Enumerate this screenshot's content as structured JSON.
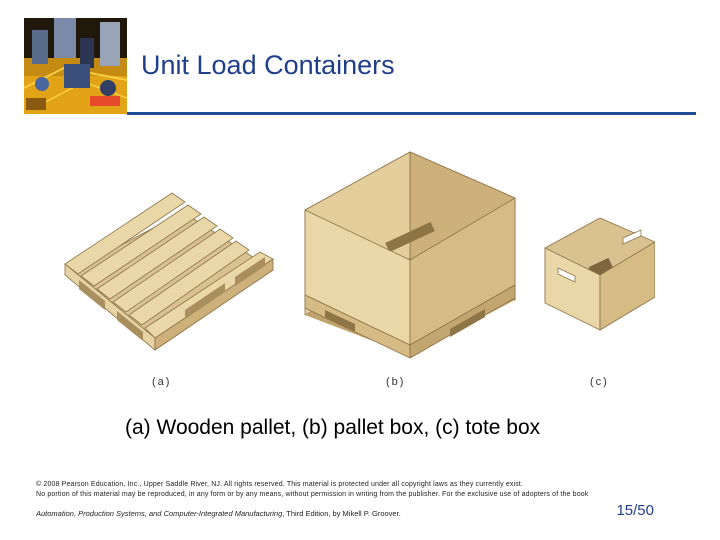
{
  "slide": {
    "title": "Unit Load Containers",
    "caption": "(a) Wooden pallet, (b) pallet box, (c) tote box",
    "figure_labels": [
      "(a)",
      "(b)",
      "(c)"
    ],
    "copyright_line1": "© 2008 Pearson Education, Inc., Upper Saddle River, NJ. All rights reserved. This material is protected under all copyright laws as they currently exist.",
    "copyright_line2": "No portion of this material may be reproduced, in any form or by any means, without permission in writing from the publisher. For the exclusive use of adopters of the book",
    "footer_book": "Automation, Production Systems, and Computer-Integrated Manufacturing",
    "footer_rest": ", Third Edition, by Mikell P. Groover.",
    "page_number": "15/50"
  },
  "colors": {
    "title": "#1f3f8a",
    "rule": "#1f4e96",
    "wood": "#e8d3a3",
    "wood_dark": "#c9ae78"
  }
}
